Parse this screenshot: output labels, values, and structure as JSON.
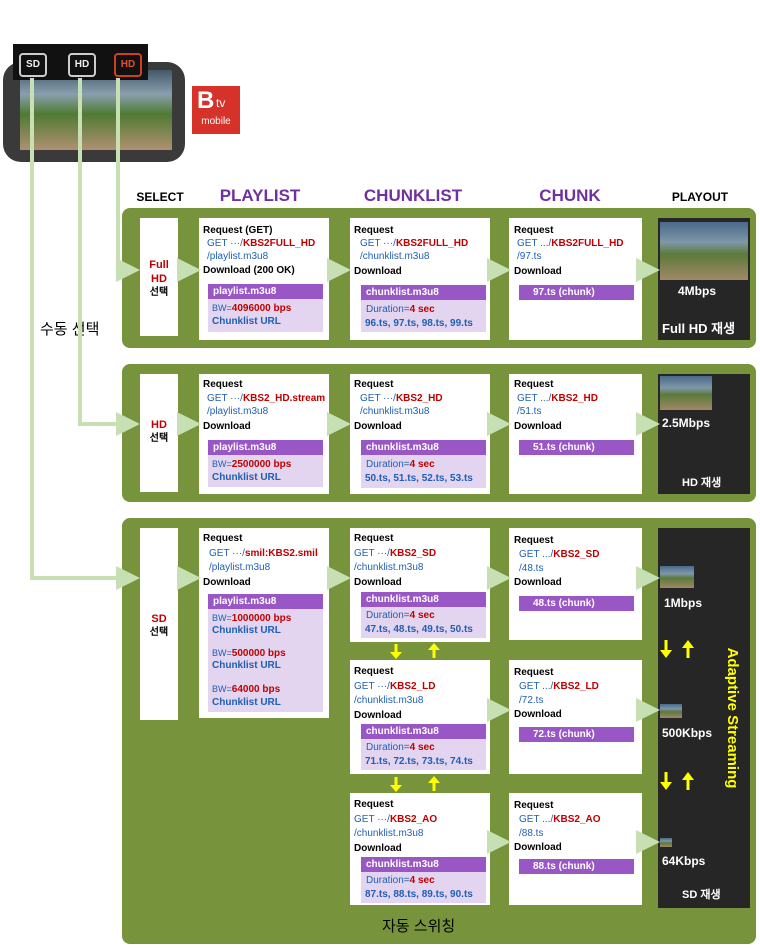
{
  "top": {
    "buttons": [
      "SD",
      "HD",
      "HD"
    ],
    "logo_b": "B",
    "logo_tv": "tv",
    "logo_sub": "mobile"
  },
  "headers": {
    "select": "SELECT",
    "playlist": "PLAYLIST",
    "chunklist": "CHUNKLIST",
    "chunk": "CHUNK",
    "playout": "PLAYOUT"
  },
  "colors": {
    "band": "#77933c",
    "purple": "#7030a0",
    "header_box": "#9957c6",
    "lavender": "#e3d4ef",
    "red": "#c00000",
    "blue": "#1f5fb4",
    "arrow": "#c6e0b4",
    "yellow": "#ffff00"
  },
  "side_label": "수동 선택",
  "bottom_label": "자동 스위칭",
  "adaptive_label": "Adaptive Streaming",
  "full": {
    "sel": [
      "Full",
      "HD",
      "선택"
    ],
    "pl": {
      "l1": "Request (GET)",
      "l2a": "GET ···/",
      "l2b": "KBS2FULL_HD",
      "l3": "/playlist.m3u8",
      "l4": "Download (200 OK)",
      "hdr": "playlist.m3u8",
      "bwa": "BW=",
      "bwb": "4096000 bps",
      "url": "Chunklist URL"
    },
    "cl": {
      "l1": "Request",
      "l2a": "GET ···/",
      "l2b": "KBS2FULL_HD",
      "l3": "/chunklist.m3u8",
      "l4": "Download",
      "hdr": "chunklist.m3u8",
      "da": "Duration=",
      "db": "4 sec",
      "list": "96.ts, 97.ts, 98.ts, 99.ts"
    },
    "ch": {
      "l1": "Request",
      "l2a": "GET .../",
      "l2b": "KBS2FULL_HD",
      "l3": "/97.ts",
      "l4": "Download",
      "box": "97.ts (chunk)"
    },
    "rate": "4Mbps",
    "play": "Full HD 재생"
  },
  "hd": {
    "sel": [
      "HD",
      "선택"
    ],
    "pl": {
      "l1": "Request",
      "l2a": "GET ···/",
      "l2b": "KBS2_HD.stream",
      "l3": "/playlist.m3u8",
      "l4": "Download",
      "hdr": "playlist.m3u8",
      "bwa": "BW=",
      "bwb": "2500000 bps",
      "url": "Chunklist URL"
    },
    "cl": {
      "l1": "Request",
      "l2a": "GET ···/",
      "l2b": "KBS2_HD",
      "l3": "/chunklist.m3u8",
      "l4": "Download",
      "hdr": "chunklist.m3u8",
      "da": "Duration=",
      "db": "4 sec",
      "list": "50.ts, 51.ts, 52.ts, 53.ts"
    },
    "ch": {
      "l1": "Request",
      "l2a": "GET .../",
      "l2b": "KBS2_HD",
      "l3": "/51.ts",
      "l4": "Download",
      "box": "51.ts (chunk)"
    },
    "rate": "2.5Mbps",
    "play": "HD 재생"
  },
  "sd": {
    "sel": [
      "SD",
      "선택"
    ],
    "pl": {
      "l1": "Request",
      "l2a": "GET ···/",
      "l2b": "smil:KBS2.smil",
      "l3": "/playlist.m3u8",
      "l4": "Download",
      "hdr": "playlist.m3u8",
      "bw1a": "BW=",
      "bw1b": "1000000 bps",
      "bw2a": "BW=",
      "bw2b": "500000 bps",
      "bw3a": "BW=",
      "bw3b": "64000 bps",
      "url": "Chunklist URL"
    },
    "cl1": {
      "l1": "Request",
      "l2a": "GET ···/",
      "l2b": "KBS2_SD",
      "l3": "/chunklist.m3u8",
      "l4": "Download",
      "hdr": "chunklist.m3u8",
      "da": "Duration=",
      "db": "4 sec",
      "list": "47.ts, 48.ts, 49.ts, 50.ts"
    },
    "cl2": {
      "l1": "Request",
      "l2a": "GET ···/",
      "l2b": "KBS2_LD",
      "l3": "/chunklist.m3u8",
      "l4": "Download",
      "hdr": "chunklist.m3u8",
      "da": "Duration=",
      "db": "4 sec",
      "list": "71.ts, 72.ts, 73.ts, 74.ts"
    },
    "cl3": {
      "l1": "Request",
      "l2a": "GET ···/",
      "l2b": "KBS2_AO",
      "l3": "/chunklist.m3u8",
      "l4": "Download",
      "hdr": "chunklist.m3u8",
      "da": "Duration=",
      "db": "4 sec",
      "list": "87.ts, 88.ts, 89.ts, 90.ts"
    },
    "ch1": {
      "l1": "Request",
      "l2a": "GET .../",
      "l2b": "KBS2_SD",
      "l3": "/48.ts",
      "l4": "Download",
      "box": "48.ts (chunk)"
    },
    "ch2": {
      "l1": "Request",
      "l2a": "GET .../",
      "l2b": "KBS2_LD",
      "l3": "/72.ts",
      "l4": "Download",
      "box": "72.ts (chunk)"
    },
    "ch3": {
      "l1": "Request",
      "l2a": "GET .../",
      "l2b": "KBS2_AO",
      "l3": "/88.ts",
      "l4": "Download",
      "box": "88.ts (chunk)"
    },
    "rate1": "1Mbps",
    "rate2": "500Kbps",
    "rate3": "64Kbps",
    "play": "SD 재생"
  }
}
